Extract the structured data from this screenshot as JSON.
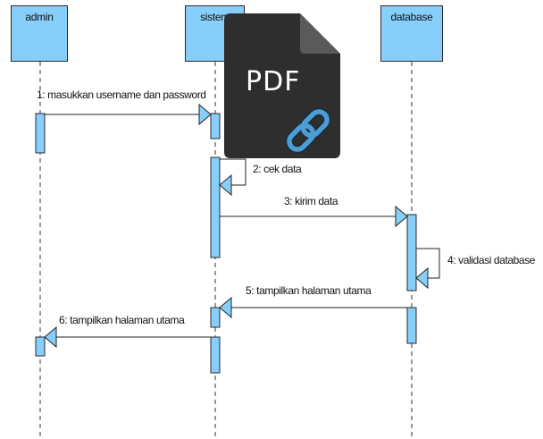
{
  "lifelines": [
    {
      "id": "admin",
      "label": "admin"
    },
    {
      "id": "sistem",
      "label": "sistem"
    },
    {
      "id": "database",
      "label": "database"
    }
  ],
  "messages": [
    {
      "num": 1,
      "label": "1: masukkan username dan password",
      "from": "admin",
      "to": "sistem",
      "kind": "call"
    },
    {
      "num": 2,
      "label": "2: cek data",
      "from": "sistem",
      "to": "sistem",
      "kind": "self"
    },
    {
      "num": 3,
      "label": "3: kirim data",
      "from": "sistem",
      "to": "database",
      "kind": "call"
    },
    {
      "num": 4,
      "label": "4: validasi database",
      "from": "database",
      "to": "database",
      "kind": "self"
    },
    {
      "num": 5,
      "label": "5: tampilkan halaman utama",
      "from": "database",
      "to": "sistem",
      "kind": "return"
    },
    {
      "num": 6,
      "label": "6: tampilkan halaman utama",
      "from": "sistem",
      "to": "admin",
      "kind": "return"
    }
  ],
  "overlay": {
    "label": "PDF",
    "icon": "pdf-link-icon",
    "badge_color": "#2e2e2e",
    "fold_color": "#555555",
    "link_color": "#4b9fd6"
  },
  "colors": {
    "lifeline_fill": "#87cefa",
    "activation_fill": "#87cefa",
    "outline": "#2a2a2a"
  }
}
